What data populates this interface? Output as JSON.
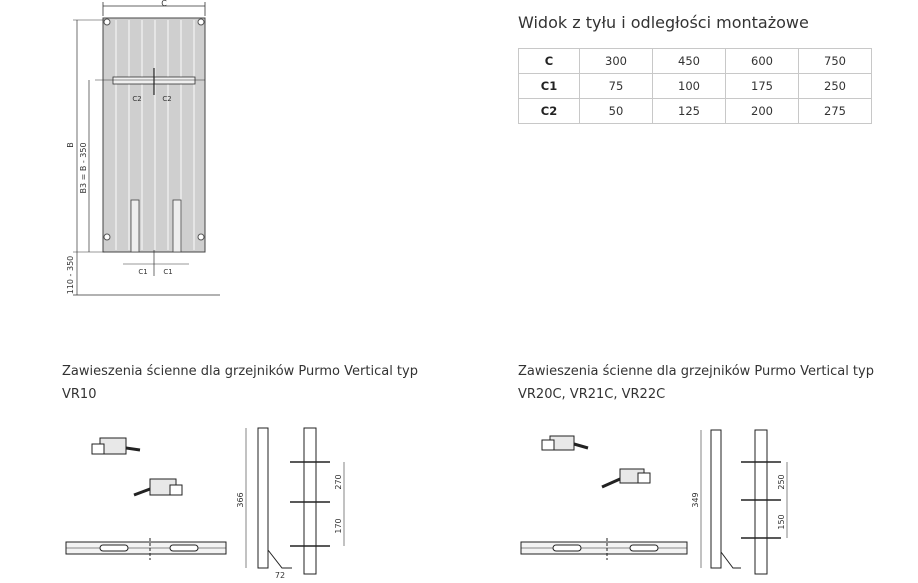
{
  "table_title": "Widok z tyłu i odległości montażowe",
  "table": {
    "rows": [
      {
        "label": "C",
        "values": [
          "300",
          "450",
          "600",
          "750"
        ]
      },
      {
        "label": "C1",
        "values": [
          "75",
          "100",
          "175",
          "250"
        ]
      },
      {
        "label": "C2",
        "values": [
          "50",
          "125",
          "200",
          "275"
        ]
      }
    ]
  },
  "drawing_labels": {
    "c": "C",
    "c2": "C2",
    "c1": "C1",
    "b": "B",
    "b3": "B3 = B - 350",
    "bottom": "110 - 350"
  },
  "left_section": {
    "caption_line1": "Zawieszenia ścienne dla grzejników Purmo Vertical typ",
    "caption_line2": "VR10",
    "dims": {
      "total": "366",
      "upper": "270",
      "lower": "170",
      "base": "72"
    }
  },
  "right_section": {
    "caption_line1": "Zawieszenia ścienne dla grzejników Purmo Vertical typ",
    "caption_line2": "VR20C, VR21C, VR22C",
    "dims": {
      "total": "349",
      "upper": "250",
      "lower": "150"
    }
  }
}
